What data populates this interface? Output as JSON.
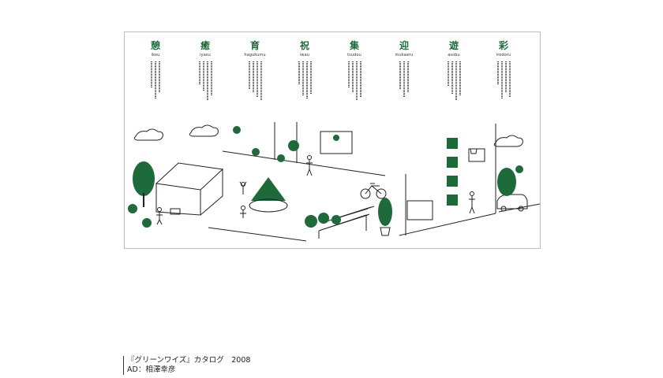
{
  "poster": {
    "words": [
      {
        "kanji": "憩",
        "romaji": "ikou"
      },
      {
        "kanji": "癒",
        "romaji": "iyasu"
      },
      {
        "kanji": "育",
        "romaji": "hagukumu"
      },
      {
        "kanji": "祝",
        "romaji": "iwau"
      },
      {
        "kanji": "集",
        "romaji": "tsudou"
      },
      {
        "kanji": "迎",
        "romaji": "mukaeru"
      },
      {
        "kanji": "遊",
        "romaji": "asobu"
      },
      {
        "kanji": "彩",
        "romaji": "irodoru"
      }
    ],
    "colors": {
      "green": "#1f6a3a",
      "line": "#222222",
      "frame": "#bdbdbd"
    }
  },
  "caption": {
    "line1": "『グリーンワイズ』カタログ　2008",
    "line2": "AD：相澤幸彦"
  }
}
